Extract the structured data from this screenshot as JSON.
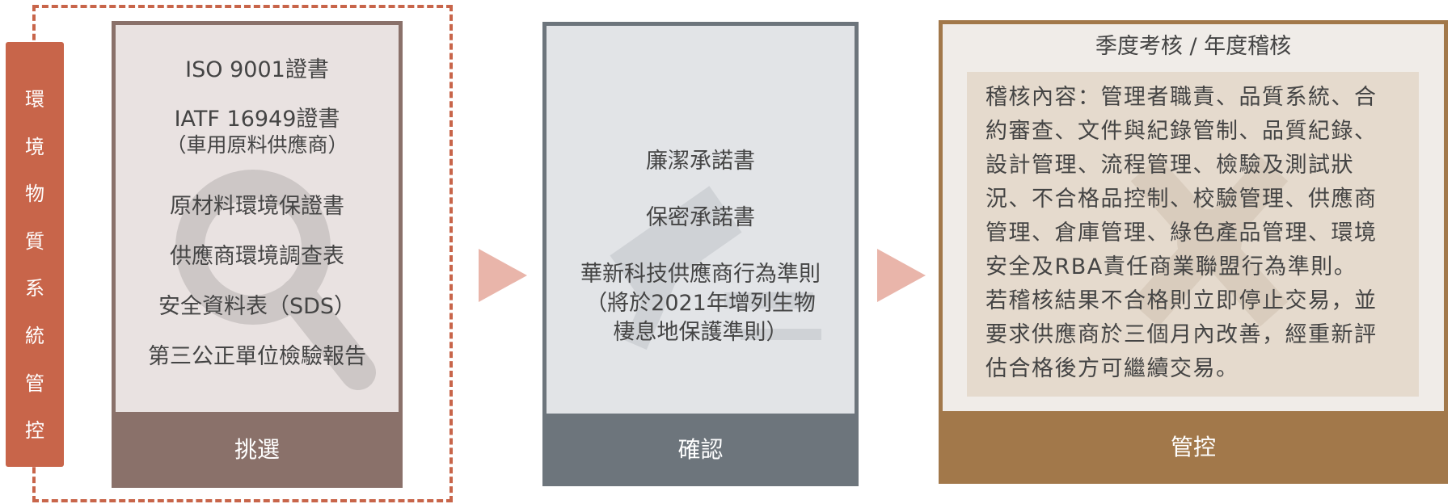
{
  "side_tab": {
    "label": "環境物質系統管控"
  },
  "panel_select": {
    "items": [
      {
        "text": "ISO 9001證書"
      },
      {
        "text": "IATF 16949證書"
      },
      {
        "text": "（車用原料供應商）"
      },
      {
        "text": "原材料環境保證書"
      },
      {
        "text": "供應商環境調查表"
      },
      {
        "text": "安全資料表（SDS）"
      },
      {
        "text": "第三公正單位檢驗報告"
      }
    ],
    "footer": "挑選"
  },
  "panel_confirm": {
    "items": [
      "廉潔承諾書",
      "保密承諾書",
      "華新科技供應商行為準則",
      "（將於2021年增列生物",
      "棲息地保護準則）"
    ],
    "footer": "確認"
  },
  "panel_control": {
    "title": "季度考核 / 年度稽核",
    "lines": [
      "稽核內容：管理者職責、品質系統、合",
      "約審查、文件與紀錄管制、品質紀錄、",
      "設計管理、流程管理、檢驗及測試狀",
      "況、不合格品控制、校驗管理、供應商",
      "管理、倉庫管理、綠色產品管理、環境",
      "安全及RBA責任商業聯盟行為準則。",
      "若稽核結果不合格則立即停止交易，並",
      "要求供應商於三個月內改善，經重新評",
      "估合格後方可繼續交易。"
    ],
    "footer": "管控"
  },
  "colors": {
    "accent_red": "#c8654a",
    "select_brown": "#8a716a",
    "confirm_gray": "#6d757c",
    "control_gold": "#a2784a",
    "arrow_pink": "#e9b5aa"
  }
}
